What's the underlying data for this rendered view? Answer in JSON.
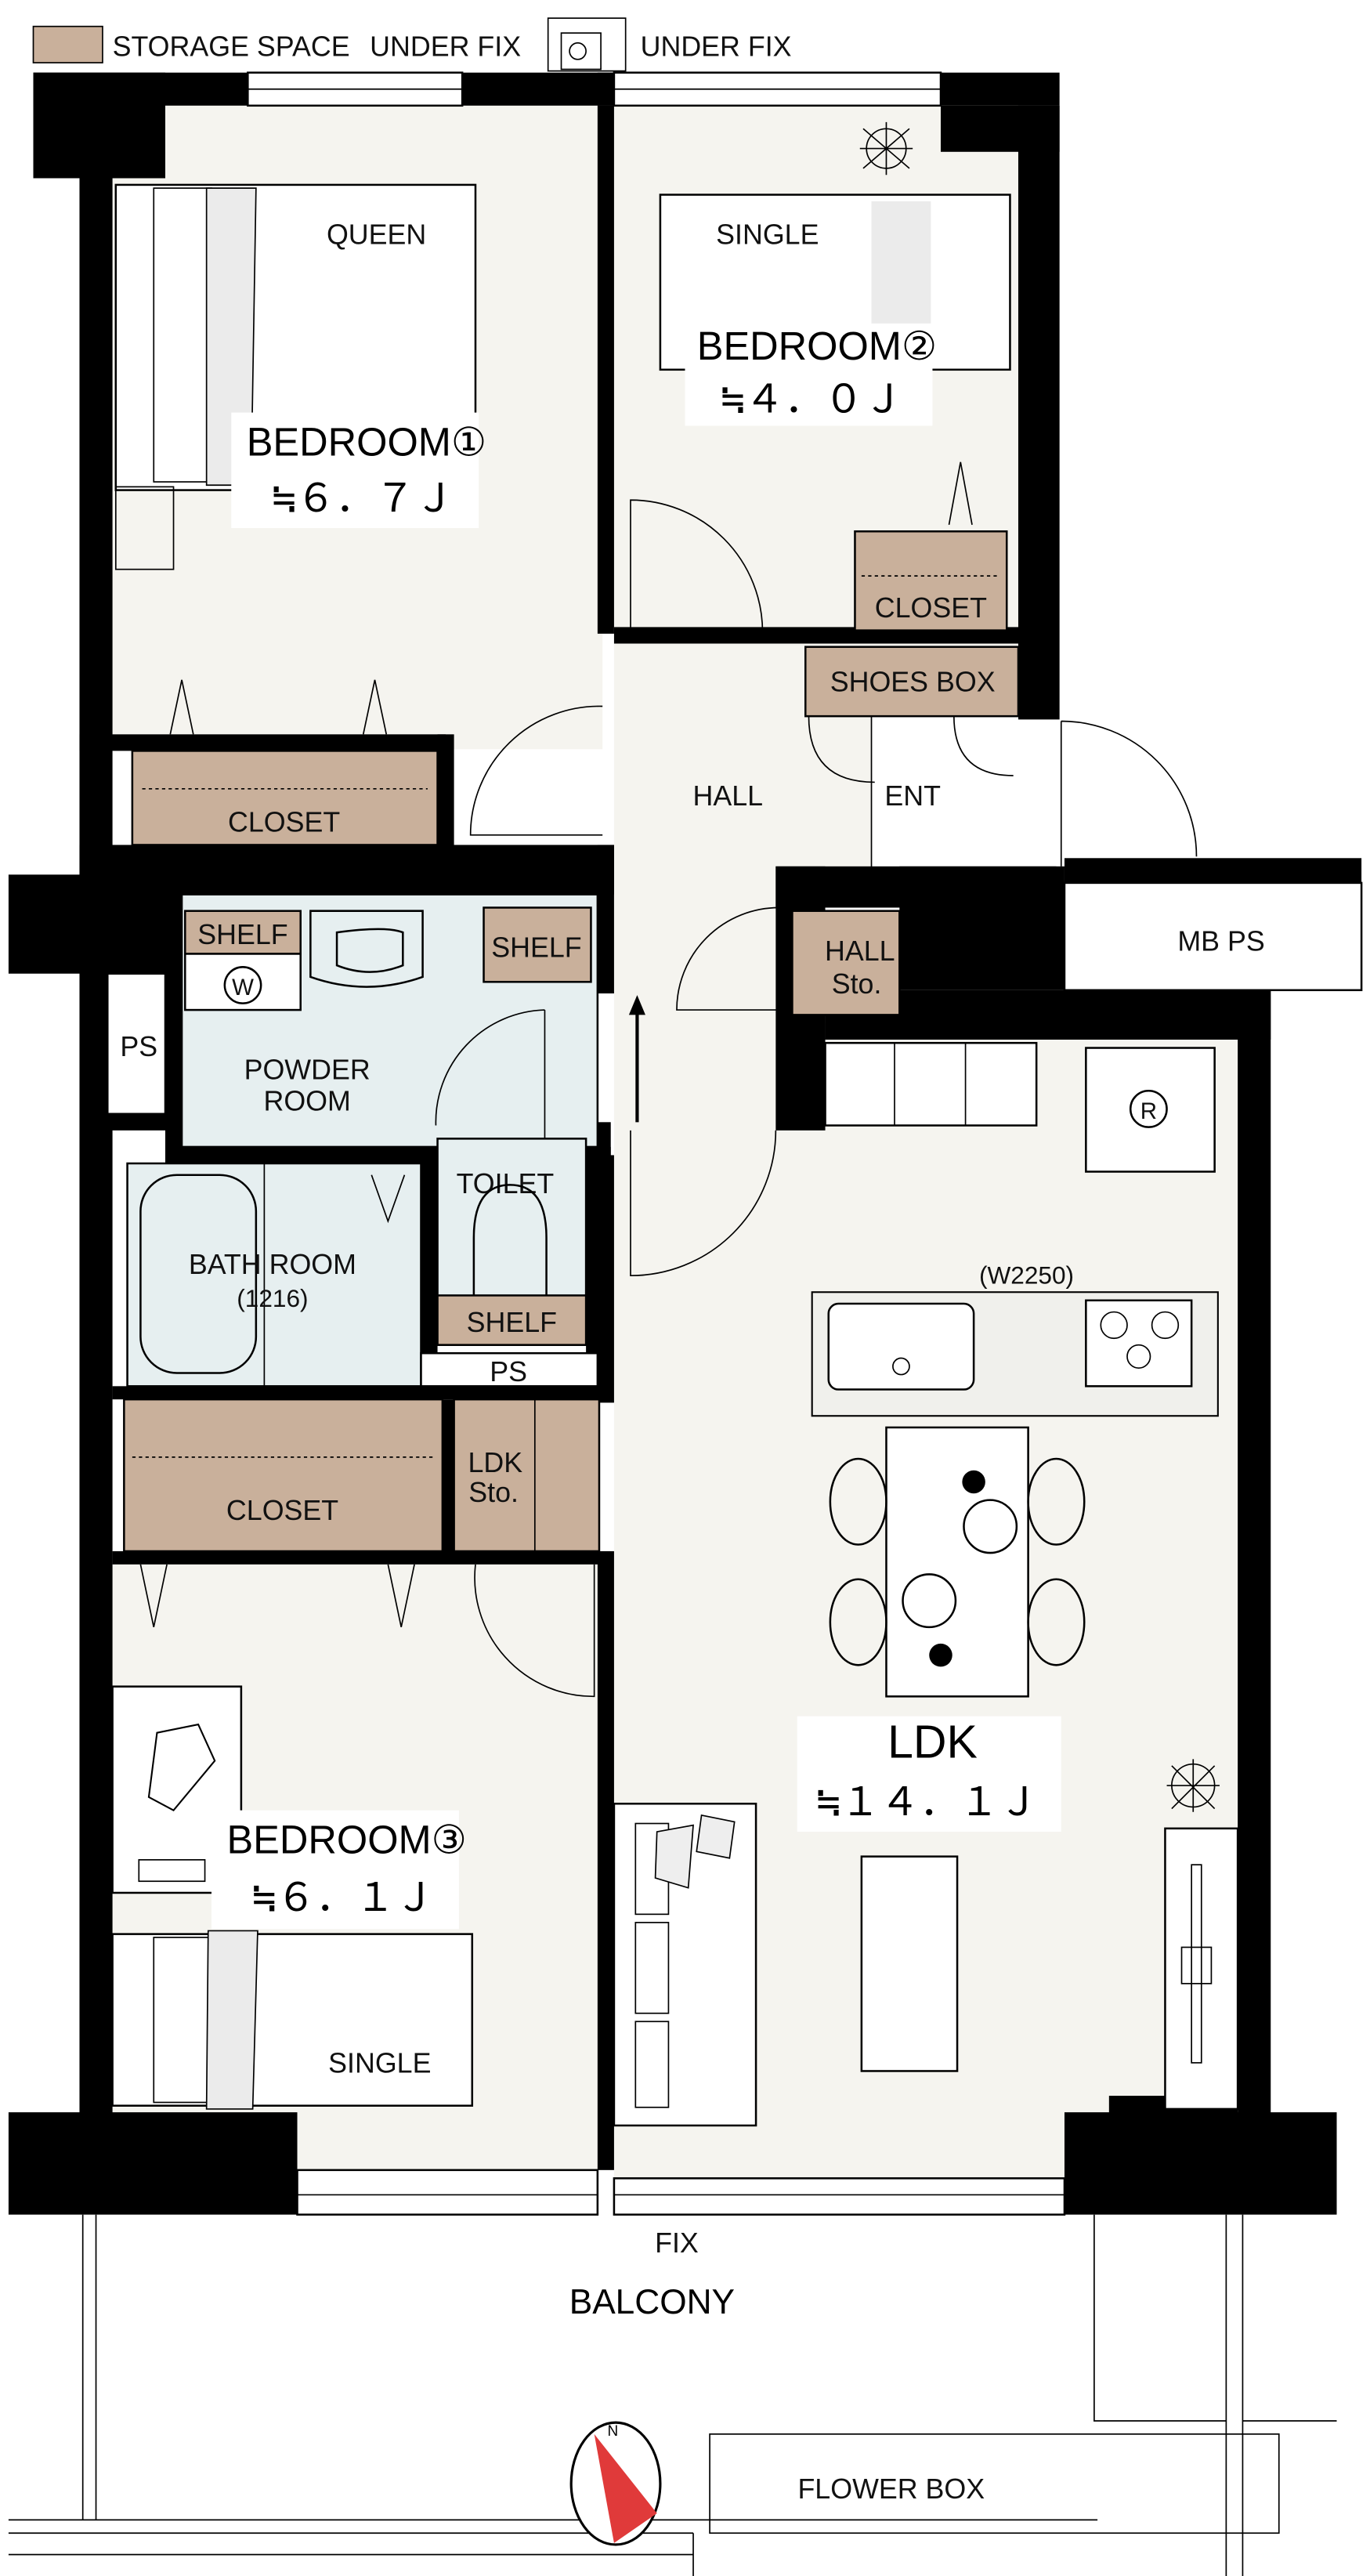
{
  "legend": {
    "storage_space": "STORAGE SPACE",
    "under_fix_1": "UNDER FIX",
    "under_fix_2": "UNDER FIX"
  },
  "rooms": {
    "bedroom1": {
      "name": "BEDROOM①",
      "area": "≒６．７Ｊ",
      "bed": "QUEEN"
    },
    "bedroom2": {
      "name": "BEDROOM②",
      "area": "≒４．０Ｊ",
      "bed": "SINGLE"
    },
    "bedroom3": {
      "name": "BEDROOM③",
      "area": "≒６．１Ｊ",
      "bed": "SINGLE"
    },
    "ldk": {
      "name": "LDK",
      "area": "≒１４．１Ｊ",
      "kitchen_width": "(W2250)"
    },
    "hall": "HALL",
    "ent": "ENT",
    "powder_room": [
      "POWDER",
      "ROOM"
    ],
    "bath_room": [
      "BATH ROOM",
      "(1216)"
    ],
    "toilet": "TOILET",
    "balcony": "BALCONY",
    "flower_box": "FLOWER BOX",
    "fix": "FIX"
  },
  "storage": {
    "closet": "CLOSET",
    "shoes_box": "SHOES BOX",
    "shelf": "SHELF",
    "hall_sto": [
      "HALL",
      "Sto."
    ],
    "ldk_sto": [
      "LDK",
      "Sto."
    ]
  },
  "utility": {
    "ps": "PS",
    "mb_ps": "MB  PS",
    "washer": "W",
    "fridge": "R"
  },
  "colors": {
    "storage": "#c9b09b",
    "floor": "#f5f4ef",
    "wet_area": "#e6eff0",
    "compass": "#e03a3a"
  },
  "compass": {
    "north": "N"
  }
}
